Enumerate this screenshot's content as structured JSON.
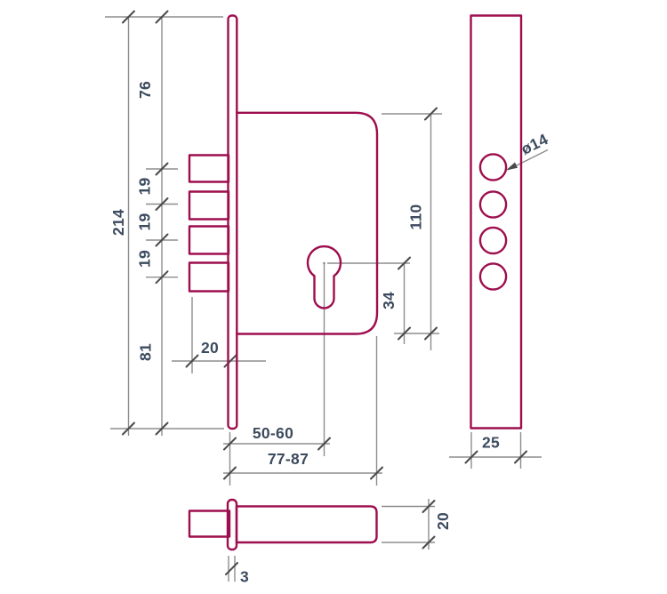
{
  "meta": {
    "description": "Technical dimension drawing of a mortise deadbolt lock: front view with faceplate, four bolts and euro-cylinder keyhole; side view of faceplate with four round bolt holes; bottom section view.",
    "units_note": ""
  },
  "colors": {
    "part_outline": "#9E0E4E",
    "dimension_line": "#8D8D8D",
    "tick_mark": "#4A4A4A",
    "label_text": "#3C4B5E",
    "background": "#FFFFFF"
  },
  "labels": {
    "total_height": "214",
    "top_to_first_bolt": "76",
    "bolt_pitch_1": "19",
    "bolt_pitch_2": "19",
    "bolt_pitch_3": "19",
    "last_bolt_to_bottom": "81",
    "bolt_throw": "20",
    "backset_range": "50-60",
    "overall_depth_range": "77-87",
    "case_height": "110",
    "cylinder_to_case_bottom": "34",
    "hole_diameter": "ø14",
    "faceplate_width": "25",
    "case_thickness": "20",
    "faceplate_thickness": "3"
  }
}
